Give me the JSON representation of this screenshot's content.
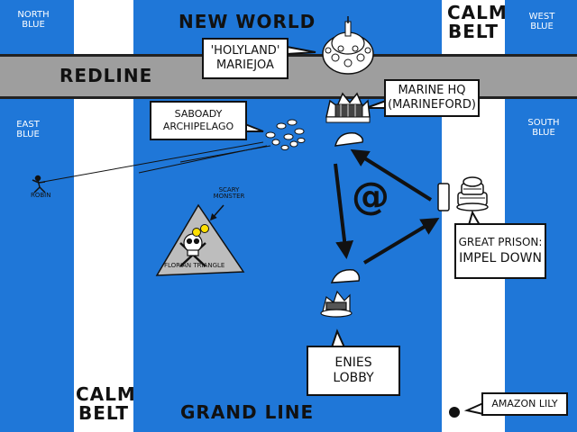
{
  "regions": {
    "north_blue": [
      "NORTH",
      "BLUE"
    ],
    "east_blue": [
      "EAST",
      "BLUE"
    ],
    "west_blue": [
      "WEST",
      "BLUE"
    ],
    "south_blue": [
      "SOUTH",
      "BLUE"
    ],
    "new_world": "NEW WORLD",
    "grand_line": "GRAND LINE",
    "redline": "REDLINE",
    "calm_belt_top": [
      "CALM",
      "BELT"
    ],
    "calm_belt_bottom": [
      "CALM",
      "BELT"
    ]
  },
  "callouts": {
    "holyland": [
      "'HOLYLAND'",
      "MARIEJOA"
    ],
    "marine_hq": [
      "MARINE HQ",
      "(MARINEFORD)"
    ],
    "saboady": [
      "SABOADY",
      "ARCHIPELAGO"
    ],
    "great_prison": [
      "GREAT PRISON:",
      "IMPEL DOWN"
    ],
    "enies_lobby": [
      "ENIES",
      "LOBBY"
    ],
    "amazon_lily": "AMAZON LILY"
  },
  "labels": {
    "robin": "ROBIN",
    "scary_monster": [
      "SCARY",
      "MONSTER"
    ],
    "florian_triangle": "FLORIAN TRIANGLE",
    "loop_symbol": "@"
  },
  "colors": {
    "ocean": "#1F77D8",
    "calm_belt": "#FFFFFF",
    "redline": "#9E9E9E",
    "triangle": "#BDBDBD",
    "skull_eyes": "#FFE000"
  }
}
